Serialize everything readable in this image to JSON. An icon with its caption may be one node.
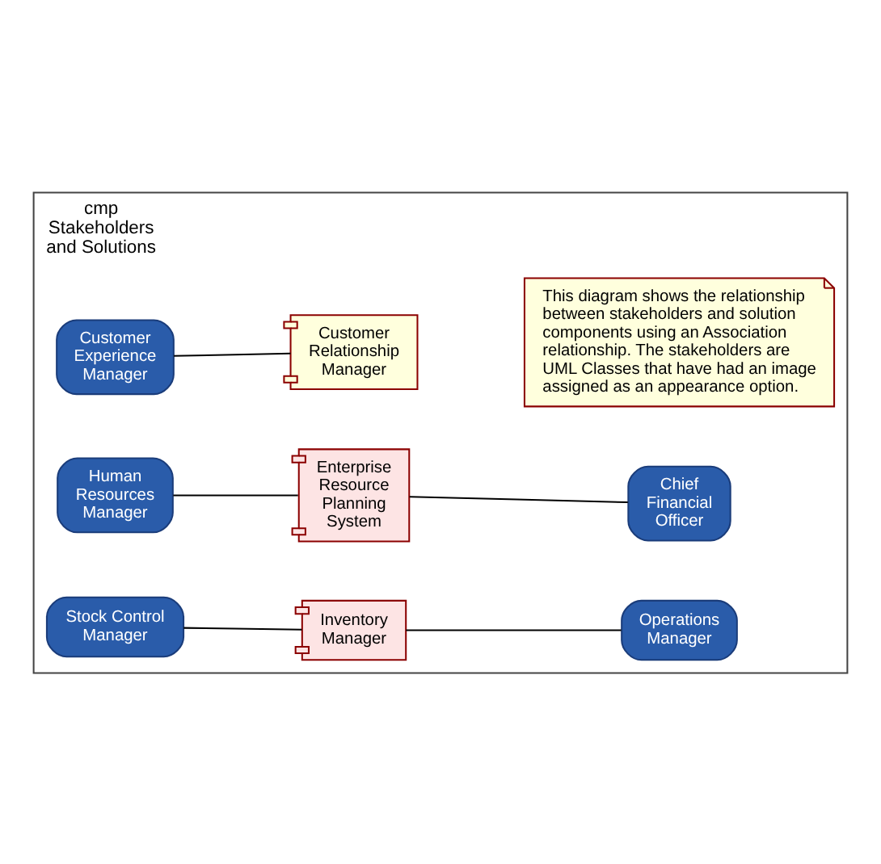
{
  "diagram": {
    "nodes": [
      {
        "text": [
          "cmp Stakeholders and Solutions"
        ]
      },
      {
        "text": [
          "Stock Control Manager"
        ],
        "in": 0
      },
      {
        "text": [
          "Inventory Manager"
        ],
        "in": 0
      },
      {
        "text": [
          "Operations Manager"
        ],
        "in": 0
      },
      {
        "text": [
          "Human Resources Manager"
        ],
        "in": 0
      },
      {
        "text": [
          "Enterprise Resource Planning System"
        ],
        "in": 0
      },
      {
        "text": [
          "Chief Financial Officer"
        ],
        "in": 0
      },
      {
        "text": [
          "Customer Experience Manager"
        ],
        "in": 0
      },
      {
        "text": [
          "Customer Relationship Manager"
        ],
        "in": 0
      },
      {
        "text": [
          "This diagram shows the relationship between stakeholders and solution components using an Association relationship. The stakeholders are UML Classes that have had an image assigned as an appearance option."
        ],
        "in": 0
      }
    ],
    "edges": [
      {
        "from": 1,
        "to": 2,
        "arrow": "none"
      },
      {
        "from": 2,
        "to": 3,
        "arrow": "none"
      },
      {
        "from": 4,
        "to": 5,
        "arrow": "none"
      },
      {
        "from": 5,
        "to": 6,
        "arrow": "none"
      },
      {
        "from": 7,
        "to": 8,
        "arrow": "none"
      }
    ]
  }
}
